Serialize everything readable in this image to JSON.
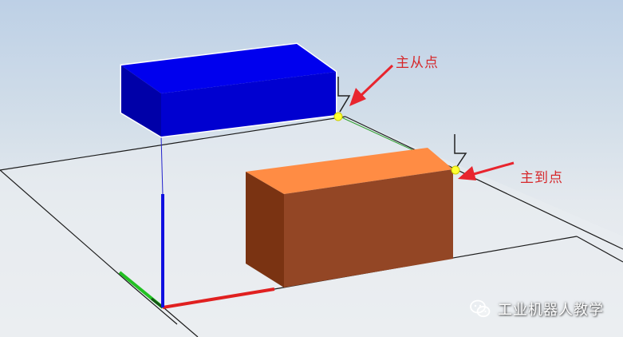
{
  "scene": {
    "objects": [
      {
        "name": "blue-box",
        "color": "#0000e8"
      },
      {
        "name": "orange-box",
        "color": "#ff8c44"
      }
    ],
    "axis_colors": {
      "x": "#e02020",
      "y": "#20c020",
      "z": "#1010e0"
    }
  },
  "annotations": {
    "from_point_label": "主从点",
    "to_point_label": "主到点",
    "arrow_color": "#e8252e",
    "marker_color": "#ffff33"
  },
  "watermark": {
    "text": "工业机器人教学",
    "icon": "wechat-icon"
  }
}
